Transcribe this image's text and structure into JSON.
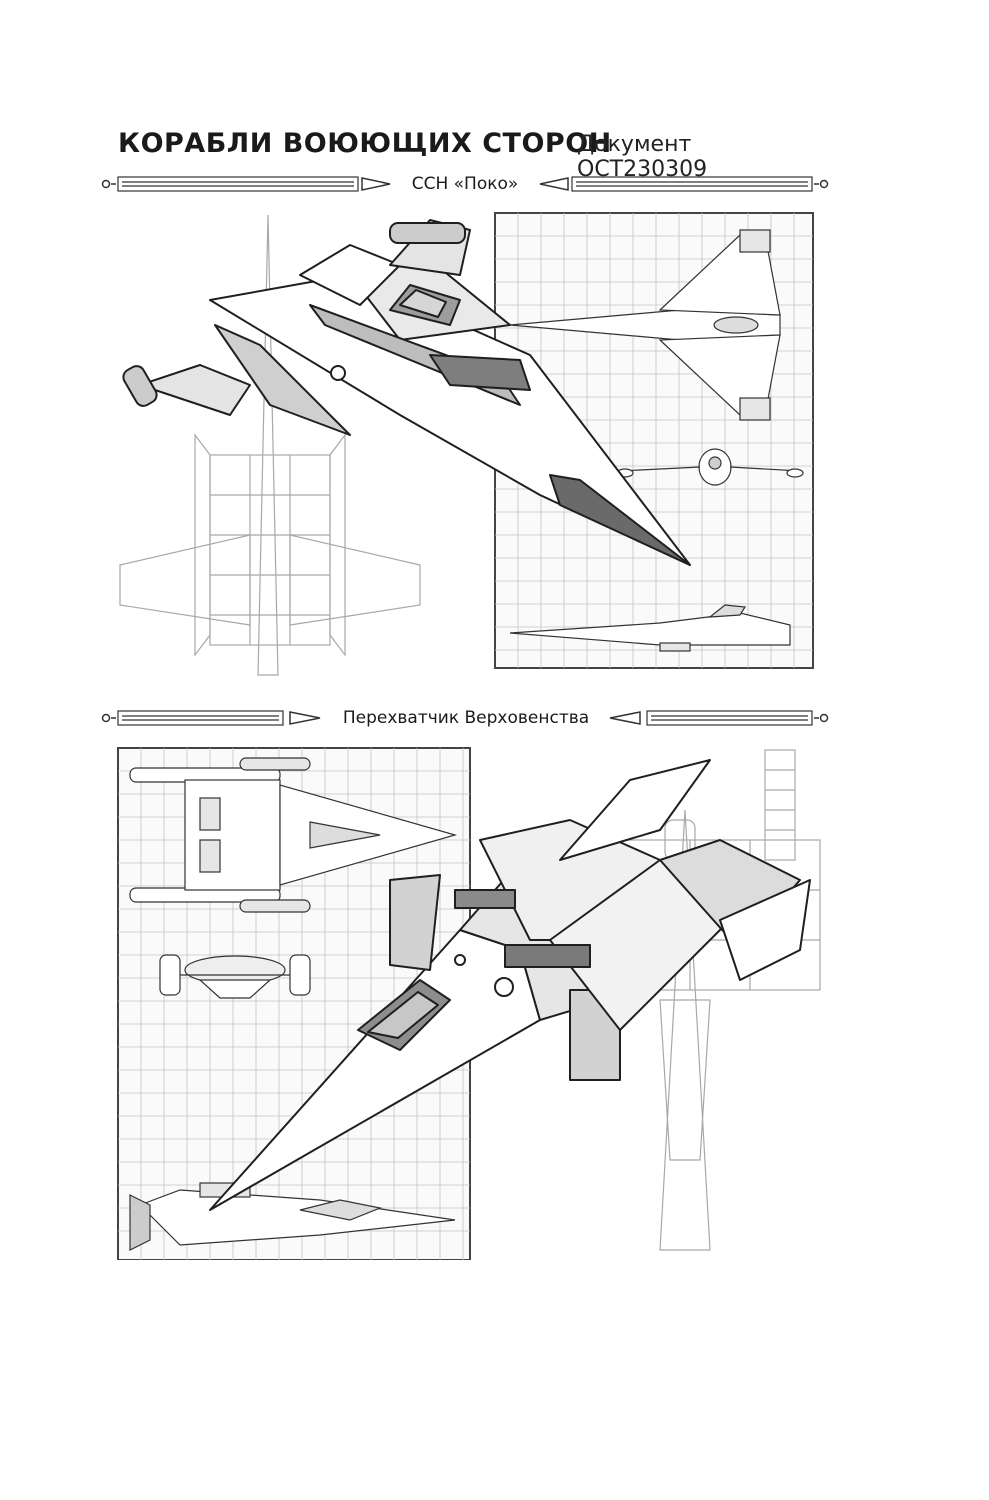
{
  "header": {
    "title": "КОРАБЛИ ВОЮЮЩИХ СТОРОН",
    "document": "Документ OCT230309"
  },
  "sections": [
    {
      "label": "ССН «Поко»",
      "art_icon": "poko-starfighter-illustration"
    },
    {
      "label": "Перехватчик Верховенства",
      "art_icon": "supremacy-interceptor-illustration"
    }
  ]
}
